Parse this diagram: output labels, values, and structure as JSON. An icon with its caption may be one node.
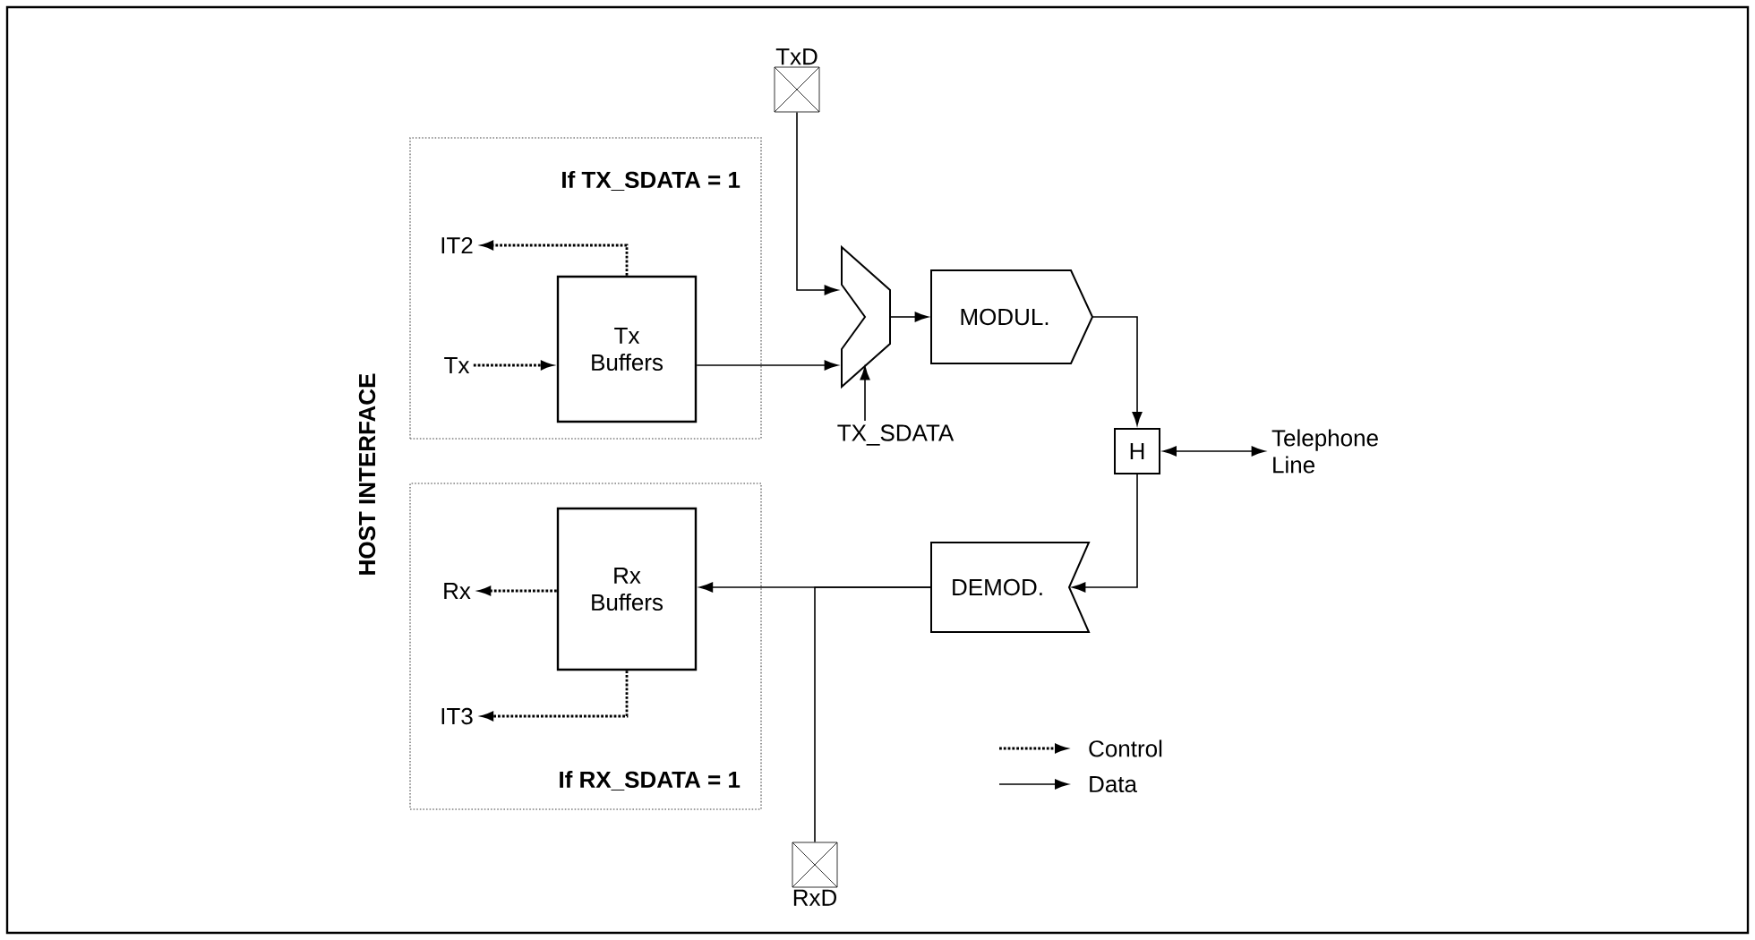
{
  "diagram": {
    "nodes": [
      {
        "text": [
          "If TX_SDATA = 1"
        ]
      },
      {
        "text": [
          "Tx Buffers"
        ],
        "in": 0
      },
      {
        "text": [
          "Tx"
        ],
        "in": 0
      },
      {
        "text": [
          "IT2"
        ],
        "in": 0
      },
      {
        "text": [
          "If RX_SDATA = 1"
        ]
      },
      {
        "text": [
          "Rx Buffers"
        ],
        "in": 4
      },
      {
        "text": [
          "Rx"
        ],
        "in": 4
      },
      {
        "text": [
          "IT3"
        ],
        "in": 4
      },
      {
        "text": [
          "TxD"
        ]
      },
      {
        "text": [],
        "shape": "trapezoid"
      },
      {
        "text": [
          "TX_SDATA"
        ]
      },
      {
        "text": [
          "MODUL."
        ]
      },
      {
        "text": [
          "H"
        ]
      },
      {
        "text": [
          "Telephone Line"
        ]
      },
      {
        "text": [
          "DEMOD."
        ]
      },
      {
        "text": [
          "RxD"
        ]
      }
    ],
    "edges": [
      {
        "from": 2,
        "to": 1,
        "arrow": "to",
        "style": "dashed"
      },
      {
        "from": 1,
        "to": 3,
        "arrow": "to",
        "style": "dashed"
      },
      {
        "from": 1,
        "to": 9,
        "arrow": "to"
      },
      {
        "from": 8,
        "to": 9,
        "arrow": "to"
      },
      {
        "from": 10,
        "to": 9,
        "arrow": "to"
      },
      {
        "from": 9,
        "to": 11,
        "arrow": "to"
      },
      {
        "from": 11,
        "to": 12,
        "arrow": "to"
      },
      {
        "from": 12,
        "to": 13,
        "arrow": "both"
      },
      {
        "from": 12,
        "to": 14,
        "arrow": "to"
      },
      {
        "from": 14,
        "to": 5,
        "arrow": "to"
      },
      {
        "from": 14,
        "to": 15,
        "arrow": "none"
      },
      {
        "from": 5,
        "to": 6,
        "arrow": "to",
        "style": "dashed"
      },
      {
        "from": 5,
        "to": 7,
        "arrow": "to",
        "style": "dashed"
      }
    ],
    "labels": [
      "HOST INTERFACE"
    ],
    "legend": [
      {
        "text": "Control"
      },
      {
        "text": "Data"
      }
    ]
  }
}
